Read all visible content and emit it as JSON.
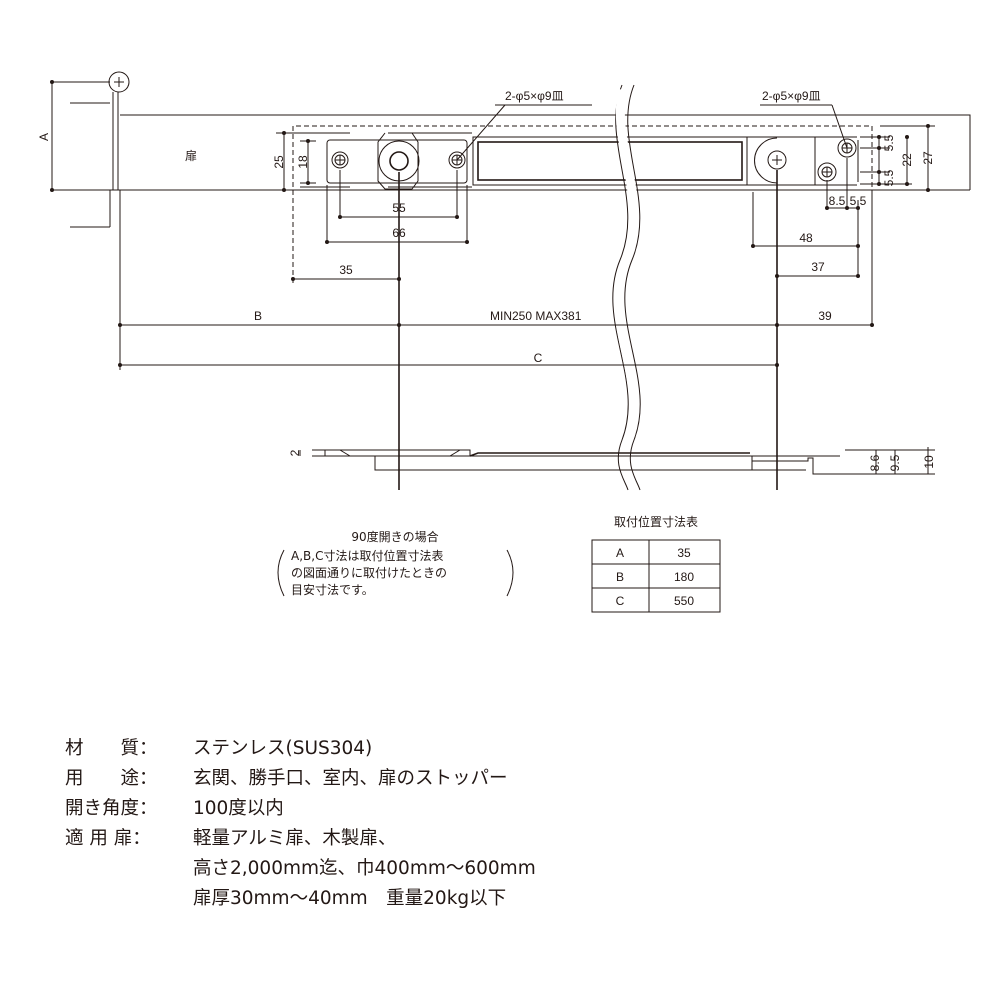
{
  "drawing": {
    "door_label": "扉",
    "dim_A": "A",
    "dim_B": "B",
    "dim_C": "C",
    "screw_spec_left": "2-φ5×φ9皿",
    "screw_spec_right": "2-φ5×φ9皿",
    "range_label": "MIN250  MAX381",
    "dims": {
      "d25": "25",
      "d18": "18",
      "d55": "55",
      "d66": "66",
      "d35": "35",
      "d48": "48",
      "d37": "37",
      "d39": "39",
      "d85": "8.5",
      "d55b": "5.5",
      "d55c": "5.5",
      "d55d": "5.5",
      "d22": "22",
      "d27": "27",
      "d2": "2",
      "d86": "8.6",
      "d95": "9.5",
      "d10": "10"
    }
  },
  "note": {
    "title": "90度開きの場合",
    "lines": [
      "A,B,C寸法は取付位置寸法表",
      "の図面通りに取付けたときの",
      "目安寸法です。"
    ]
  },
  "table": {
    "title": "取付位置寸法表",
    "rows": [
      {
        "key": "A",
        "value": "35"
      },
      {
        "key": "B",
        "value": "180"
      },
      {
        "key": "C",
        "value": "550"
      }
    ]
  },
  "specs": [
    {
      "label": "材　　質：",
      "value": "ステンレス(SUS304)"
    },
    {
      "label": "用　　途：",
      "value": "玄関、勝手口、室内、扉のストッパー"
    },
    {
      "label": "開き角度：",
      "value": "100度以内"
    },
    {
      "label": "適 用 扉：",
      "value": "軽量アルミ扉、木製扉、"
    },
    {
      "label": "",
      "value": "高さ2,000mm迄、巾400mm～600mm"
    },
    {
      "label": "",
      "value": "扉厚30mm～40mm　重量20kg以下"
    }
  ]
}
